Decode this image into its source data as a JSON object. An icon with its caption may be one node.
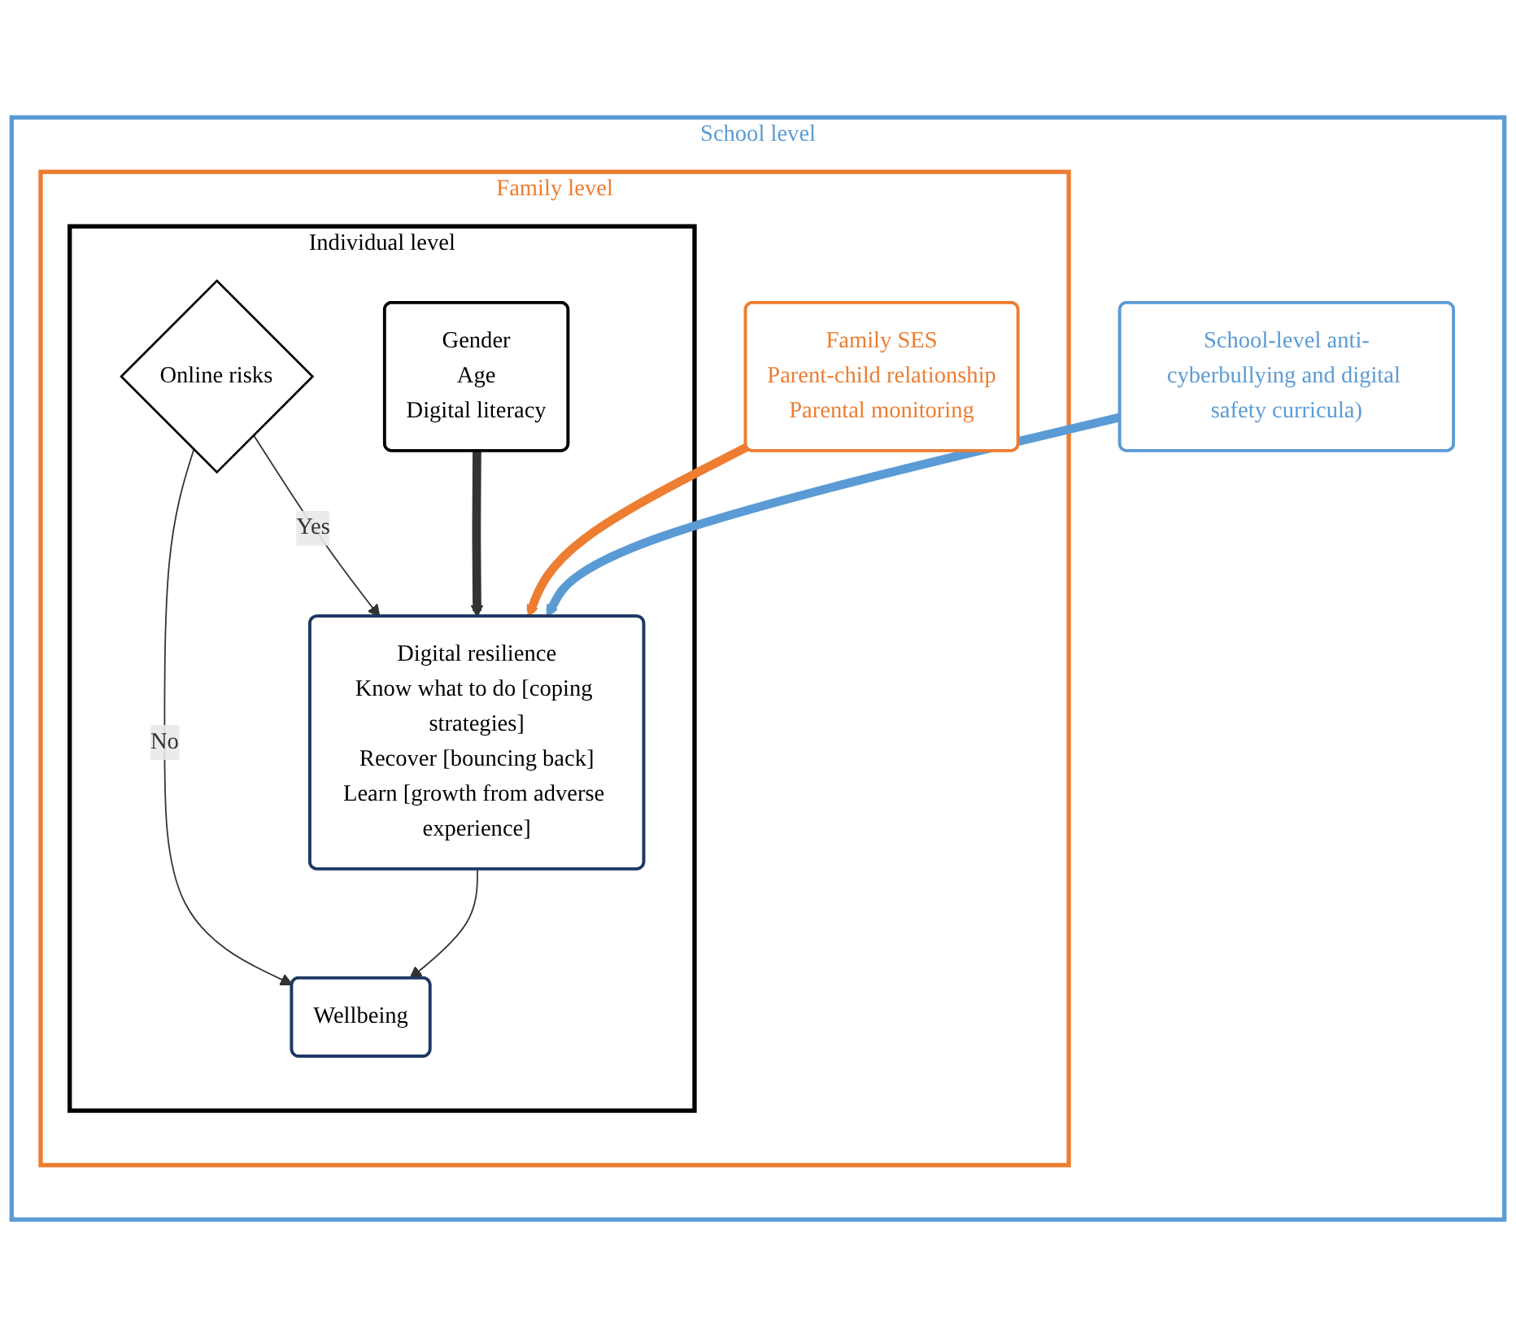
{
  "diagram": {
    "nodes": [
      {
        "text": [
          "School level"
        ]
      },
      {
        "text": [
          "Family level"
        ],
        "in": 0
      },
      {
        "text": [
          "Individual level"
        ],
        "in": 1
      },
      {
        "text": [
          "Online risks"
        ],
        "in": 2
      },
      {
        "text": [
          "Wellbeing"
        ],
        "in": 2
      },
      {
        "text": [
          "Digital resilience",
          "Know what to do [coping strategies]",
          "Recover [bouncing back]",
          "Learn [growth from adverse experience]"
        ],
        "in": 2
      },
      {
        "text": [
          "Gender",
          "Age",
          "Digital literacy"
        ],
        "in": 2
      },
      {
        "text": [
          "Family SES",
          "Parent-child relationship",
          "Parental monitoring"
        ],
        "in": 1
      },
      {
        "text": [
          "School-level anti-cyberbullying and digital safety curricula)"
        ],
        "in": 0
      }
    ],
    "edges": [
      {
        "from": 3,
        "to": 4,
        "arrow": "to",
        "label": "No"
      },
      {
        "from": 3,
        "to": 5,
        "arrow": "to",
        "label": "Yes"
      },
      {
        "from": 5,
        "to": 4,
        "arrow": "to"
      },
      {
        "from": 6,
        "to": 5,
        "arrow": "to",
        "style": "thick"
      },
      {
        "from": 7,
        "to": 5,
        "arrow": "to",
        "style": "thick",
        "color": "#ed7d31"
      },
      {
        "from": 8,
        "to": 5,
        "arrow": "to",
        "style": "thick",
        "color": "#5b9bd5"
      }
    ]
  }
}
